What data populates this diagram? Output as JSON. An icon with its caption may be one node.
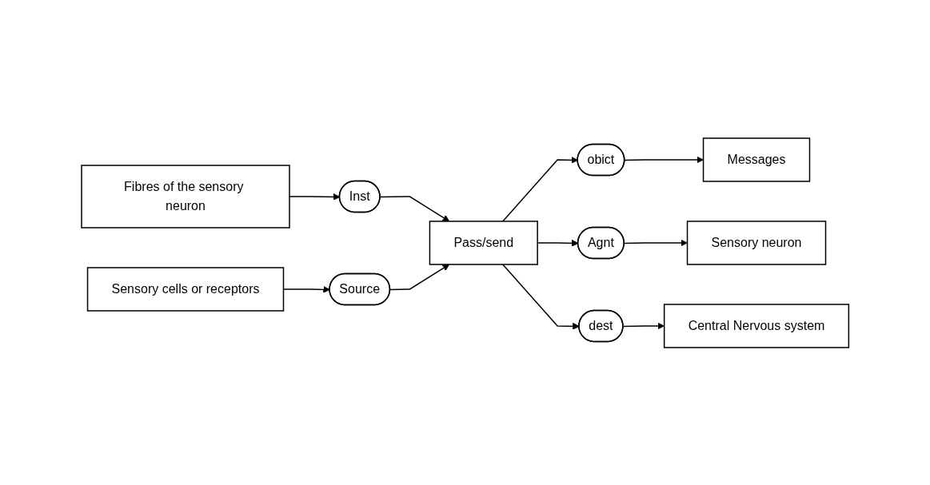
{
  "diagram": {
    "nodes": [
      {
        "text": [
          "Messages"
        ]
      },
      {
        "text": [
          "obict"
        ]
      },
      {
        "text": [
          "Sensory neuron"
        ]
      },
      {
        "text": [
          "Agnt"
        ]
      },
      {
        "text": [
          "Pass/send"
        ]
      },
      {
        "text": [
          "dest"
        ]
      },
      {
        "text": [
          "Central Nervous system"
        ]
      },
      {
        "text": [
          "Inst"
        ]
      },
      {
        "text": [
          "Source"
        ]
      },
      {
        "text": [
          "Fibres of the sensory neuron"
        ]
      },
      {
        "text": [
          "Sensory cells or receptors"
        ]
      }
    ],
    "edges": [
      {
        "from": 4,
        "to": 1,
        "arrow": "to"
      },
      {
        "from": 1,
        "to": 0,
        "arrow": "to"
      },
      {
        "from": 4,
        "to": 3,
        "arrow": "to"
      },
      {
        "from": 3,
        "to": 2,
        "arrow": "to"
      },
      {
        "from": 4,
        "to": 5,
        "arrow": "to"
      },
      {
        "from": 5,
        "to": 6,
        "arrow": "to"
      },
      {
        "from": 7,
        "to": 4,
        "arrow": "to"
      },
      {
        "from": 9,
        "to": 7,
        "arrow": "to"
      },
      {
        "from": 8,
        "to": 4,
        "arrow": "to"
      },
      {
        "from": 10,
        "to": 8,
        "arrow": "to"
      }
    ]
  }
}
